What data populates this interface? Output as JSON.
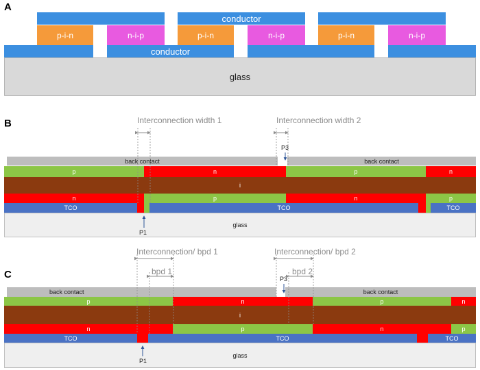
{
  "panels": {
    "a_letter": "A",
    "b_letter": "B",
    "c_letter": "C"
  },
  "panel_a": {
    "conductor_top": "conductor",
    "conductor_bottom": "conductor",
    "glass": "glass",
    "pin": "p-i-n",
    "nip": "n-i-p"
  },
  "panel_b": {
    "interconnection_width_1": "Interconnection width 1",
    "interconnection_width_2": "Interconnection width 2",
    "p3": "P3",
    "p1": "P1",
    "back_contact": "back contact",
    "p": "p",
    "n": "n",
    "i": "i",
    "tco": "TCO",
    "glass": "glass"
  },
  "panel_c": {
    "interconnection_bpd_1": "Interconnection/ bpd 1",
    "interconnection_bpd_2": "Interconnection/ bpd 2",
    "bpd_1": "bpd 1",
    "bpd_2": "bpd 2",
    "p3": "P3",
    "p1": "P1",
    "back_contact": "back contact",
    "p": "p",
    "n": "n",
    "i": "i",
    "tco": "TCO",
    "glass": "glass"
  },
  "colors": {
    "conductor": "#3c8fe0",
    "pin": "#f59a3a",
    "nip": "#e85ae0",
    "glass": "#d9d9d9",
    "back_contact": "#bdbdbd",
    "p_layer": "#8cc646",
    "n_layer": "#ff0000",
    "i_layer": "#8b3a0f",
    "tco": "#4a72c4",
    "annotation": "#8c8c8c",
    "arrow": "#2e5597"
  }
}
